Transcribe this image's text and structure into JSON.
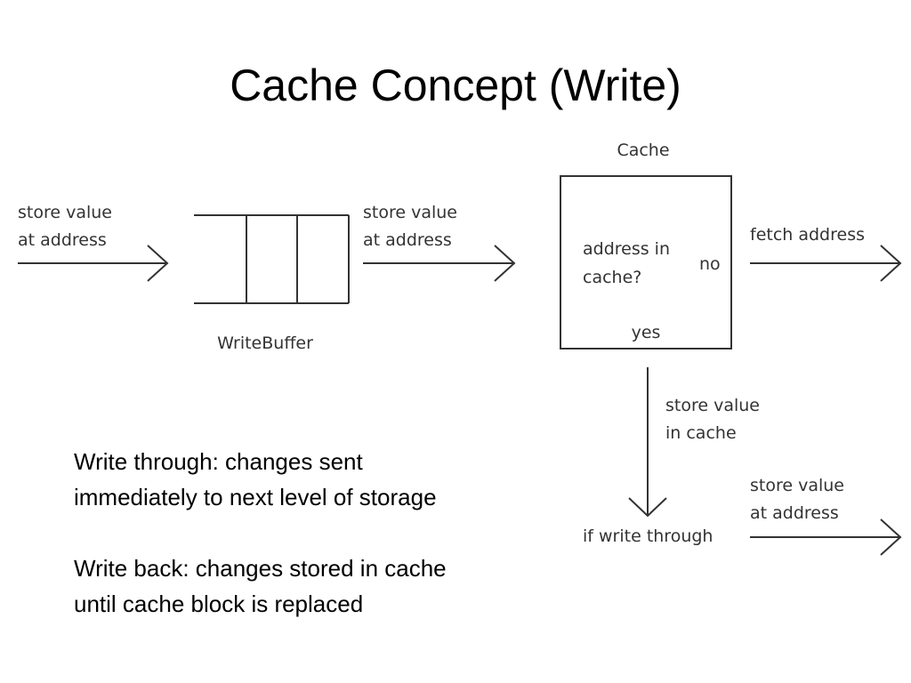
{
  "slide": {
    "title": "Cache Concept (Write)"
  },
  "diagram": {
    "input_label_line1": "store value",
    "input_label_line2": "at address",
    "write_buffer_label": "WriteBuffer",
    "buffer_out_line1": "store value",
    "buffer_out_line2": "at address",
    "cache_title": "Cache",
    "decision_line1": "address in",
    "decision_line2": "cache?",
    "no_label": "no",
    "yes_label": "yes",
    "fetch_label": "fetch address",
    "store_cache_line1": "store value",
    "store_cache_line2": "in cache",
    "if_write_through": "if write through",
    "through_out_line1": "store value",
    "through_out_line2": "at address"
  },
  "notes": {
    "write_through_line1": "Write through: changes sent",
    "write_through_line2": "immediately to next level of storage",
    "write_back_line1": "Write back: changes stored in cache",
    "write_back_line2": "until cache block is replaced"
  }
}
